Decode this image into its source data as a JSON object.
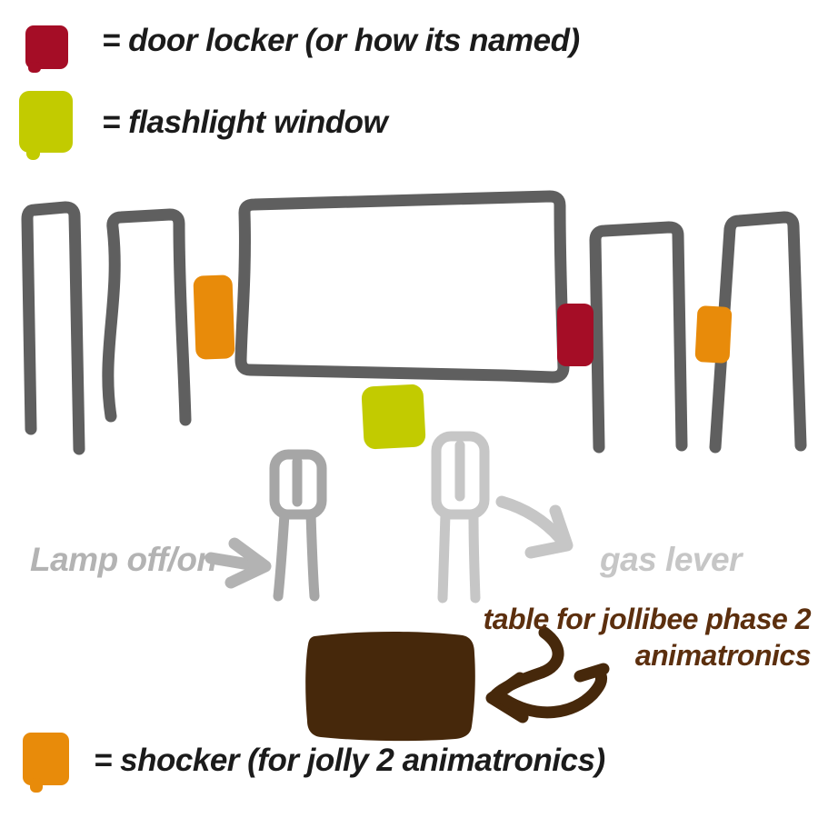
{
  "legend": {
    "door_locker": {
      "label": "= door locker (or how its named)",
      "color": "#a50d26"
    },
    "flashlight_window": {
      "label": "= flashlight window",
      "color": "#c2cb00"
    },
    "shocker": {
      "label": "= shocker (for jolly 2 animatronics)",
      "color": "#e88b0a"
    }
  },
  "annotations": {
    "lamp_label": "Lamp off/on",
    "gas_label": "gas lever",
    "table_label_line1": "table for jollibee phase 2",
    "table_label_line2": "animatronics"
  },
  "colors": {
    "outline_gray": "#5f5f5f",
    "lamp_gray": "#a6a6a6",
    "gas_gray": "#c6c6c6",
    "label_gray": "#b3b3b3",
    "table_brown": "#46280b",
    "text_brown": "#5c2f0e",
    "text_black": "#1b1b1b",
    "door_red": "#a50d26",
    "flash_yellow": "#c2cb00",
    "shocker_orange": "#e88b0a"
  }
}
